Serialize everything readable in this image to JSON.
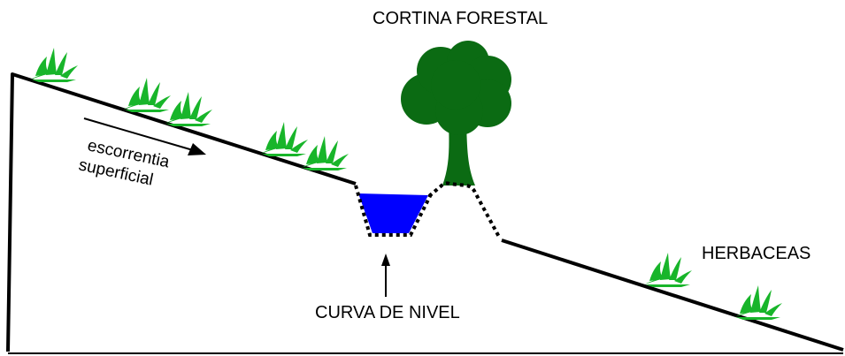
{
  "labels": {
    "cortina": "CORTINA FORESTAL",
    "herbaceas": "HERBACEAS",
    "curva": "CURVA DE NIVEL",
    "escorrentia_line1": "escorrentia",
    "escorrentia_line2": "superficial"
  },
  "colors": {
    "outline": "#000000",
    "water": "#0000ff",
    "tree": "#0b6b13",
    "grass": "#18b52a",
    "background": "#ffffff"
  },
  "icons": {
    "tree": "tree-icon",
    "grass": "grass-tuft-icon",
    "flow_arrow": "arrow-right-icon",
    "pointer_arrow": "arrow-up-icon"
  }
}
